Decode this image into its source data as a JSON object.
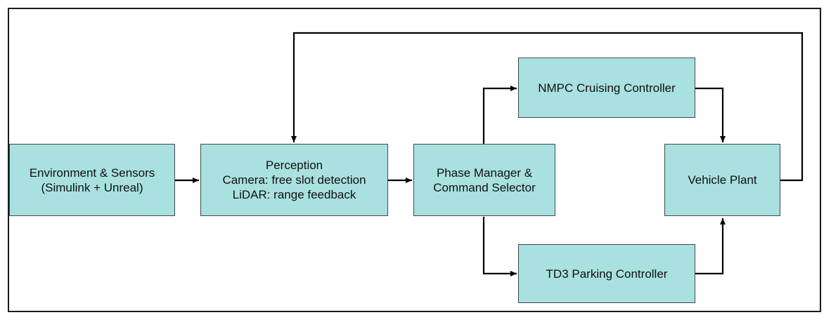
{
  "colors": {
    "block_fill": "#a9e0e0",
    "block_border": "#3f4a4c",
    "wire": "#000000",
    "frame": "#1a1a1a"
  },
  "blocks": {
    "environment": {
      "lines": [
        "Environment & Sensors",
        "(Simulink + Unreal)"
      ]
    },
    "perception": {
      "lines": [
        "Perception",
        "Camera: free slot detection",
        "LiDAR: range feedback"
      ]
    },
    "phase_manager": {
      "lines": [
        "Phase Manager &",
        "Command Selector"
      ]
    },
    "nmpc": {
      "lines": [
        "NMPC Cruising Controller"
      ]
    },
    "td3": {
      "lines": [
        "TD3 Parking Controller"
      ]
    },
    "vehicle": {
      "lines": [
        "Vehicle Plant"
      ]
    }
  }
}
